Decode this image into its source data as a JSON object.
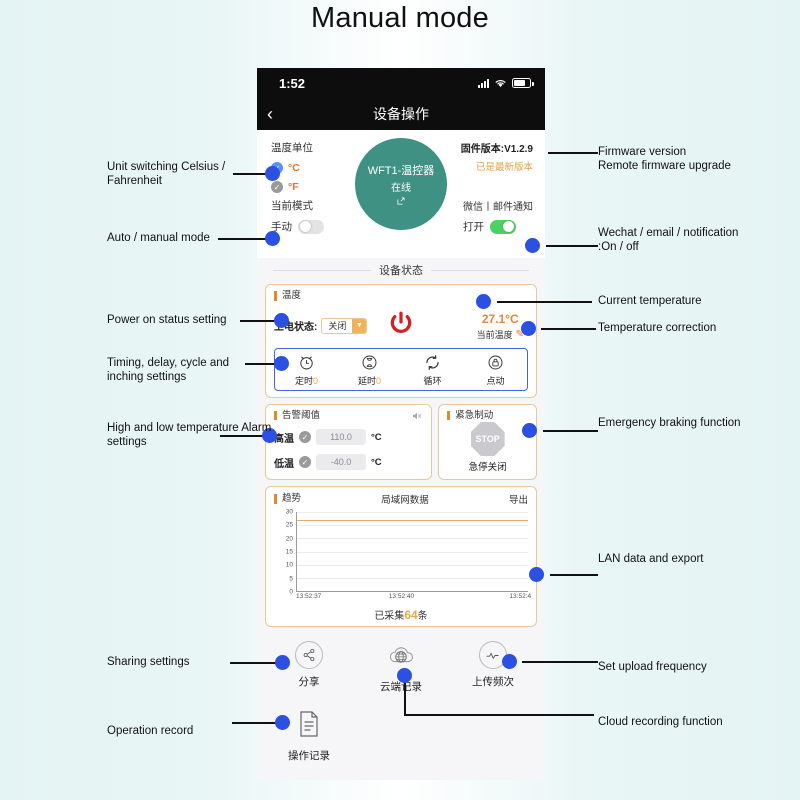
{
  "page": {
    "title": "Manual mode"
  },
  "phone": {
    "statusbar": {
      "time": "1:52",
      "signal_icon": "cellular-signal-icon",
      "wifi_icon": "wifi-icon",
      "battery_icon": "battery-icon"
    },
    "navbar": {
      "back_icon": "back-chevron-icon",
      "title": "设备操作"
    },
    "top": {
      "unit_label": "温度单位",
      "unit_celsius": "°C",
      "unit_fahrenheit": "°F",
      "mode_label": "当前模式",
      "mode_value": "手动",
      "device_name": "WFT1-温控器",
      "device_status": "在线",
      "device_edit_icon": "edit-square-icon",
      "firmware_version": "固件版本:V1.2.9",
      "firmware_latest": "已是最新版本",
      "notify_label": "微信丨邮件通知",
      "notify_state": "打开"
    },
    "section_divider": "设备状态",
    "temperature_card": {
      "title": "温度",
      "power_on_label": "上电状态:",
      "power_on_value": "关闭",
      "power_icon": "power-button-icon",
      "current_temp": "27.1°C",
      "current_temp_label": "当前温度",
      "edit_icon": "pencil-edit-icon",
      "timing": [
        {
          "icon": "alarm-clock-icon",
          "label": "定时",
          "count": "0"
        },
        {
          "icon": "hourglass-icon",
          "label": "延时",
          "count": "0"
        },
        {
          "icon": "cycle-arrows-icon",
          "label": "循环",
          "count": ""
        },
        {
          "icon": "lock-icon",
          "label": "点动",
          "count": ""
        }
      ]
    },
    "alarm_card": {
      "title": "告警阈值",
      "mute_icon": "speaker-mute-icon",
      "rows": [
        {
          "name": "高温",
          "value": "110.0",
          "unit": "°C"
        },
        {
          "name": "低温",
          "value": "-40.0",
          "unit": "°C"
        }
      ]
    },
    "brake_card": {
      "title": "紧急制动",
      "stop_icon_text": "STOP",
      "label": "急停关闭"
    },
    "chart_card": {
      "title": "趋势",
      "middle": "局域网数据",
      "export": "导出",
      "collected_prefix": "已采集",
      "collected_count": "64",
      "collected_suffix": "条"
    },
    "actions": [
      {
        "icon": "share-nodes-icon",
        "label": "分享"
      },
      {
        "icon": "cloud-globe-icon",
        "label": "云端记录"
      },
      {
        "icon": "waveform-circle-icon",
        "label": "上传频次"
      },
      {
        "icon": "document-lines-icon",
        "label": "操作记录"
      }
    ]
  },
  "chart_data": {
    "type": "line",
    "title": "局域网数据",
    "xlabel": "",
    "ylabel": "",
    "ylim": [
      0,
      30
    ],
    "yticks": [
      0,
      5,
      10,
      15,
      20,
      25,
      30
    ],
    "ytick_labels": [
      "0",
      "5",
      "10",
      "15",
      "20",
      "25",
      "30"
    ],
    "xtick_labels": [
      "13:52:37",
      "13:52:40",
      "13:52:4"
    ],
    "grid": true,
    "legend": "none",
    "series": [
      {
        "name": "温度",
        "color": "#e8a96a",
        "constant_value": 27.1
      }
    ]
  },
  "annotations": {
    "left": [
      {
        "id": "unit-switching",
        "text": "Unit switching\nCelsius / Fahrenheit"
      },
      {
        "id": "auto-manual-mode",
        "text": "Auto / manual mode"
      },
      {
        "id": "power-on-status-setting",
        "text": "Power on status setting"
      },
      {
        "id": "timing-delay-cycle",
        "text": "Timing, delay, cycle and\ninching settings"
      },
      {
        "id": "alarm-settings",
        "text": "High and low temperature\nAlarm settings"
      },
      {
        "id": "sharing-settings",
        "text": "Sharing settings"
      },
      {
        "id": "operation-record",
        "text": "Operation record"
      }
    ],
    "right": [
      {
        "id": "firmware-version",
        "text": "Firmware version\nRemote firmware upgrade"
      },
      {
        "id": "wechat-notification",
        "text": "Wechat / email / notification\n:On / off"
      },
      {
        "id": "current-temperature",
        "text": "Current temperature"
      },
      {
        "id": "temperature-correction",
        "text": "Temperature correction"
      },
      {
        "id": "emergency-braking",
        "text": "Emergency braking function"
      },
      {
        "id": "lan-data-export",
        "text": "LAN data and export"
      },
      {
        "id": "set-upload-frequency",
        "text": "Set upload frequency"
      },
      {
        "id": "cloud-recording",
        "text": "Cloud recording function"
      }
    ]
  },
  "colors": {
    "accent_orange": "#e8863a",
    "brand_teal": "#3e9183",
    "annotation_dot": "#2b50e2",
    "toggle_on": "#4cd264"
  }
}
